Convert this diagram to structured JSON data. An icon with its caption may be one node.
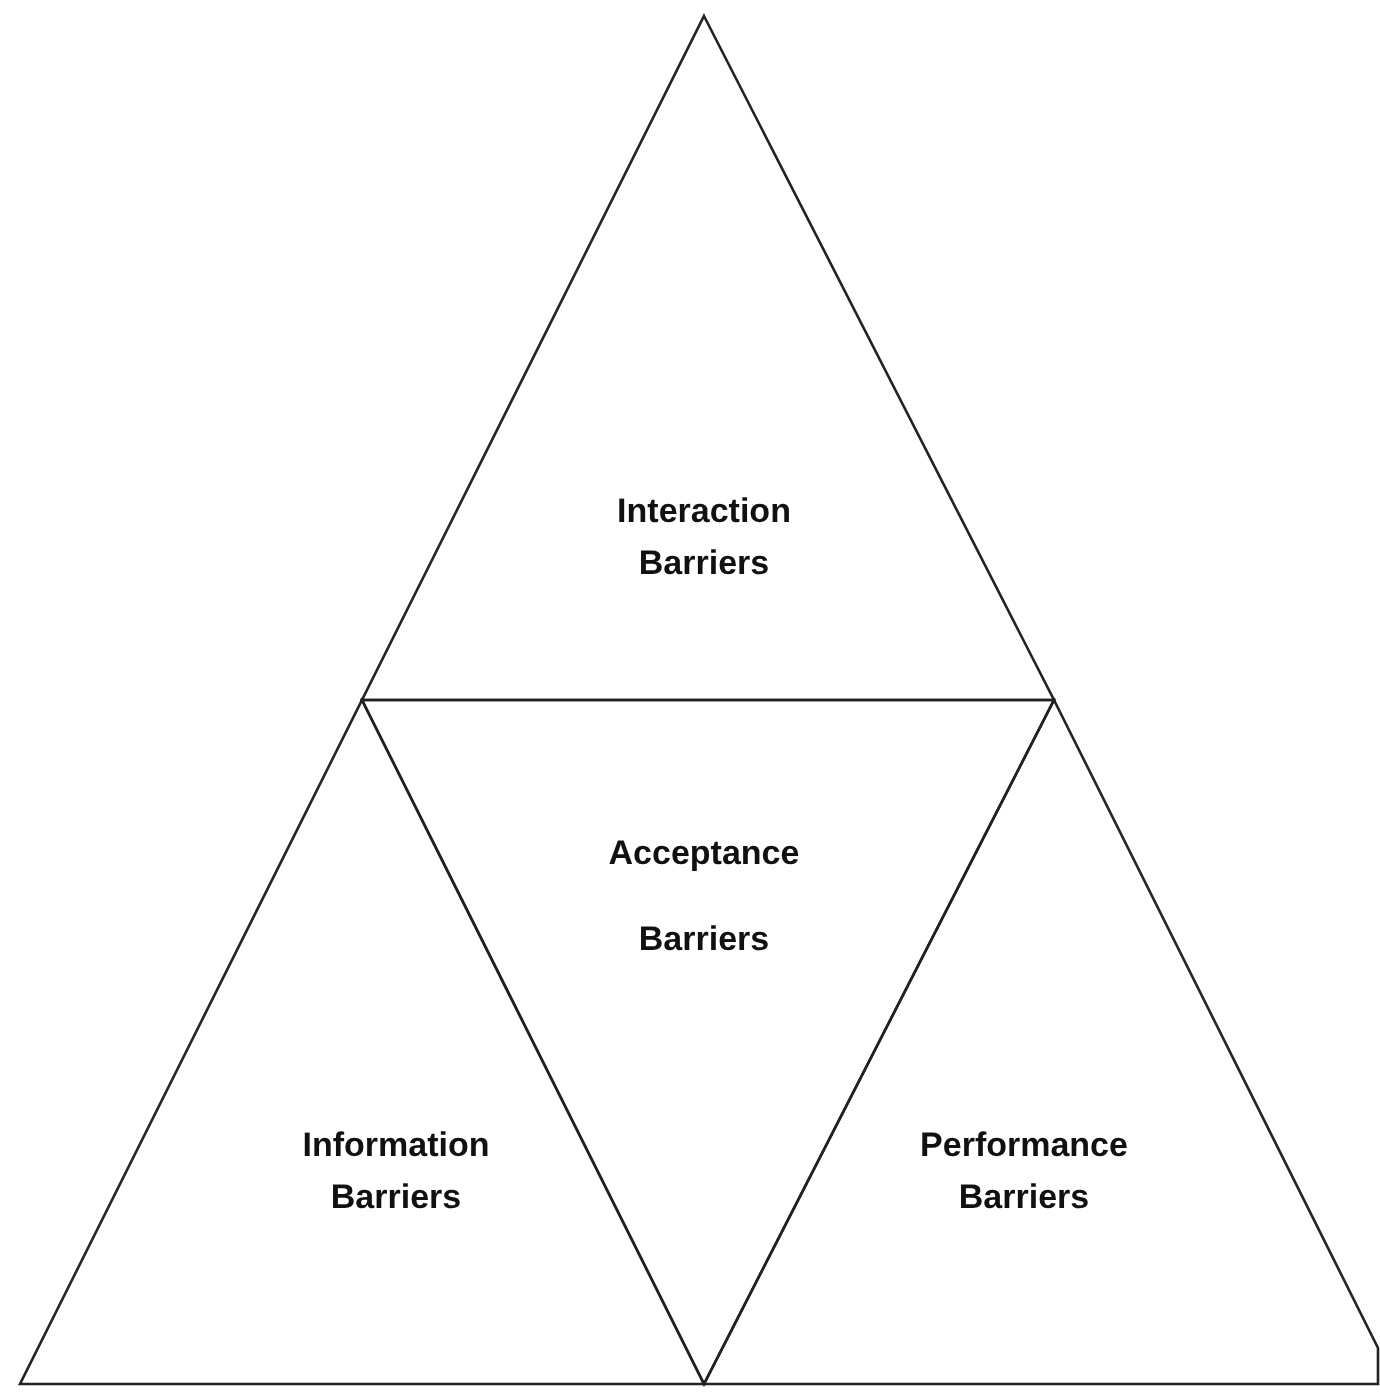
{
  "diagram": {
    "nodes": [
      {
        "text": [
          "Interaction Barriers"
        ]
      },
      {
        "text": [
          "Acceptance Barriers"
        ]
      },
      {
        "text": [
          "Information Barriers"
        ]
      },
      {
        "text": [
          "Performance Barriers"
        ]
      }
    ]
  }
}
